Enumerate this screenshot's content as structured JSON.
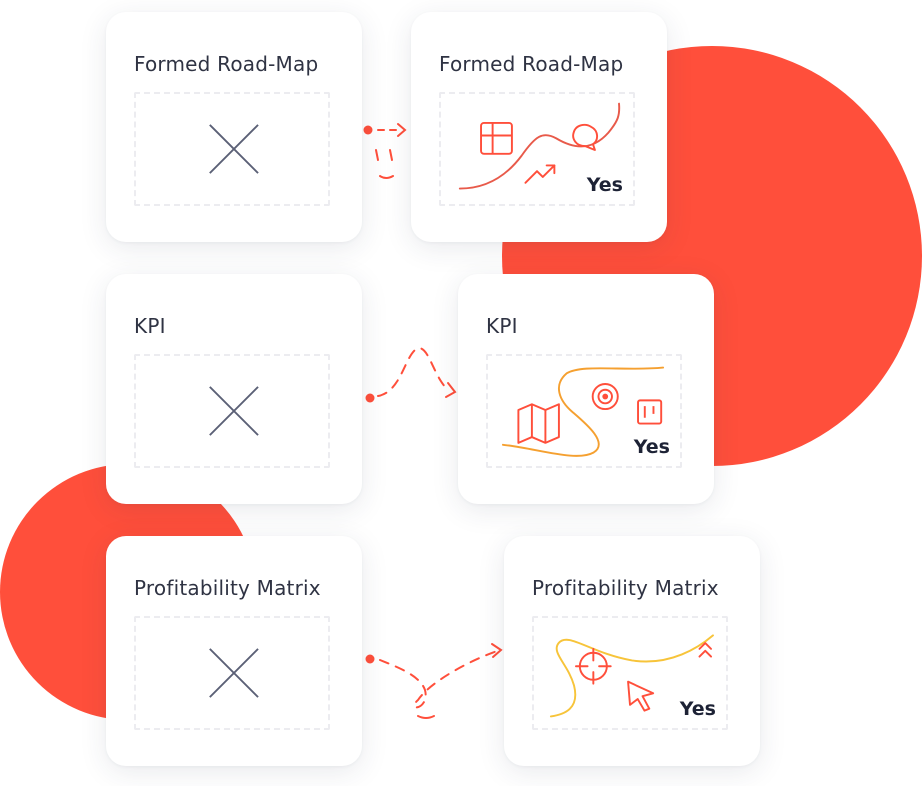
{
  "colors": {
    "accent_red": "#ff4f3b",
    "x_mark": "#5b6076",
    "orange": "#f5a030",
    "yellow": "#f7c43a",
    "title_text": "#2f3343",
    "yes_text": "#1d2235"
  },
  "rows": [
    {
      "before": {
        "title": "Formed Road-Map",
        "icon": "x-mark-icon"
      },
      "after": {
        "title": "Formed Road-Map",
        "badge": "Yes",
        "icons": [
          "table-icon",
          "chat-bubble-icon",
          "trend-up-icon"
        ]
      }
    },
    {
      "before": {
        "title": "KPI",
        "icon": "x-mark-icon"
      },
      "after": {
        "title": "KPI",
        "badge": "Yes",
        "icons": [
          "map-icon",
          "target-icon",
          "kanban-icon"
        ]
      }
    },
    {
      "before": {
        "title": "Profitability Matrix",
        "icon": "x-mark-icon"
      },
      "after": {
        "title": "Profitability Matrix",
        "badge": "Yes",
        "icons": [
          "crosshair-icon",
          "cursor-arrow-icon",
          "double-chevron-up-icon"
        ]
      }
    }
  ]
}
